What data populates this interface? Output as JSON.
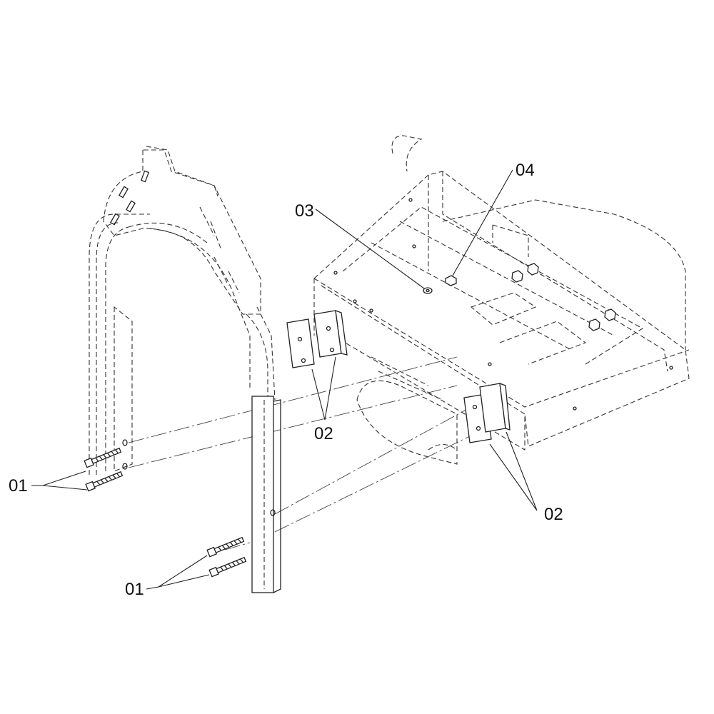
{
  "diagram": {
    "callouts": [
      {
        "id": "01",
        "label": "01"
      },
      {
        "id": "01b",
        "label": "01"
      },
      {
        "id": "02",
        "label": "02"
      },
      {
        "id": "02b",
        "label": "02"
      },
      {
        "id": "03",
        "label": "03"
      },
      {
        "id": "04",
        "label": "04"
      }
    ]
  }
}
